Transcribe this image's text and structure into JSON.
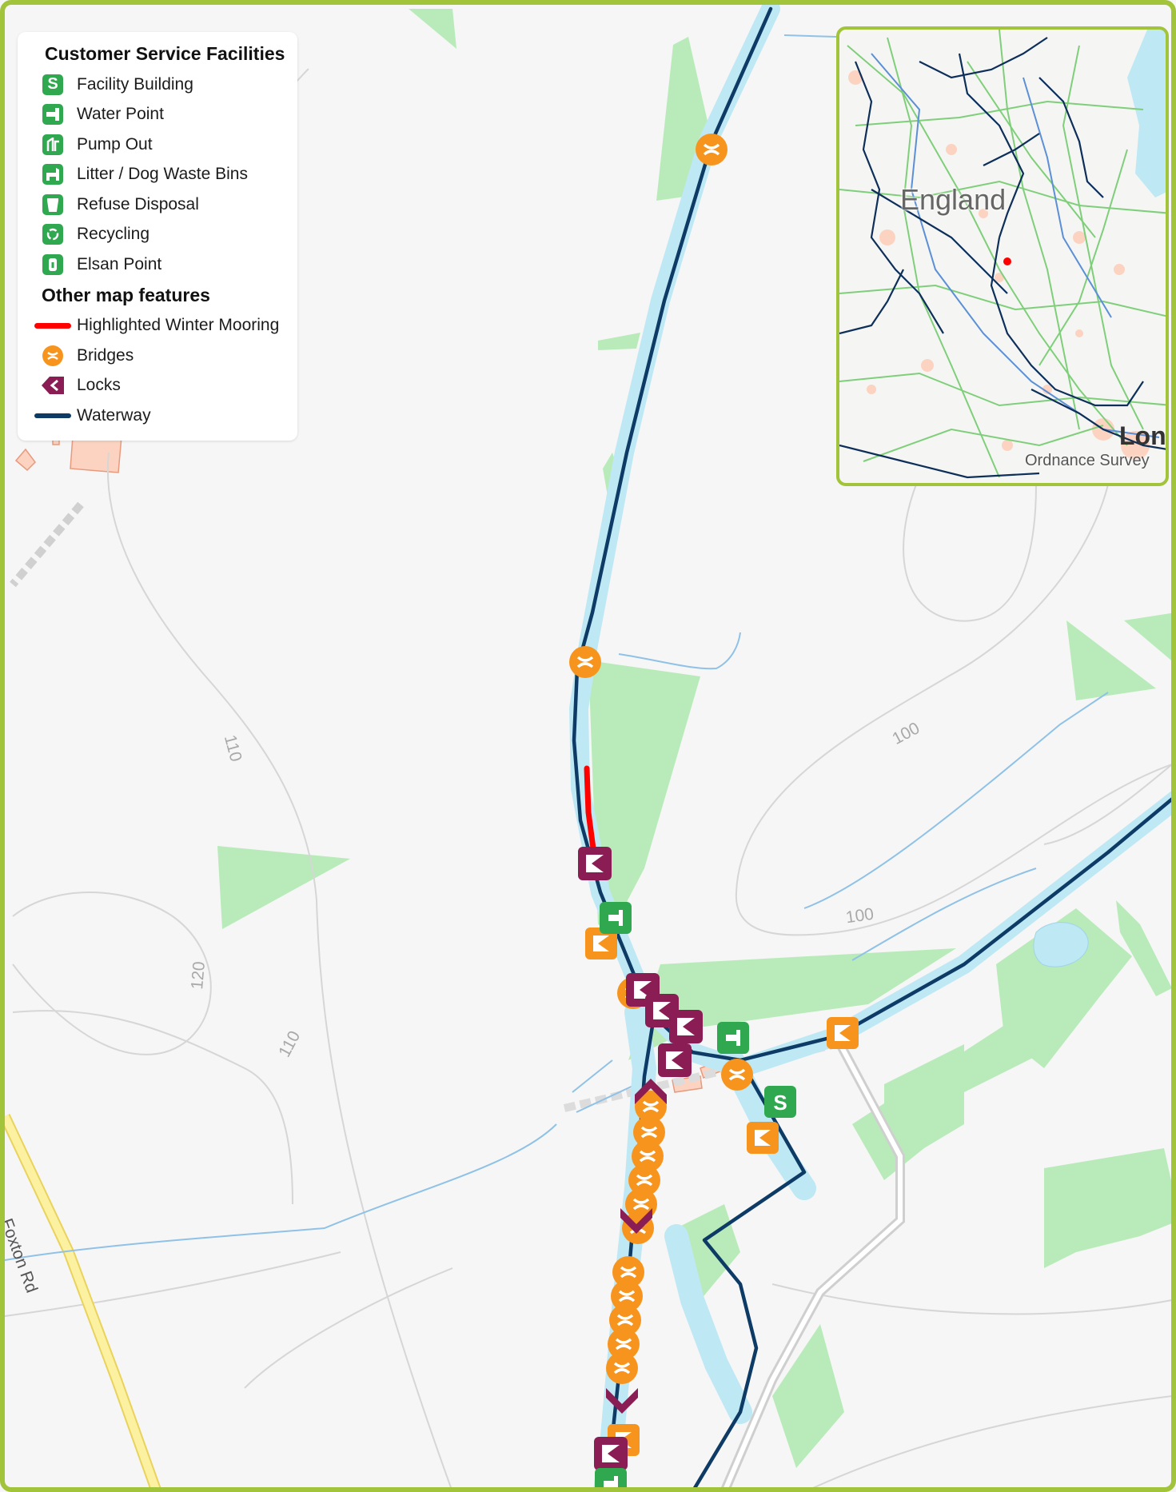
{
  "legend": {
    "facilities_title": "Customer Service Facilities",
    "facilities": [
      {
        "label": "Facility Building",
        "icon": "facility-building-icon"
      },
      {
        "label": "Water Point",
        "icon": "water-point-icon"
      },
      {
        "label": "Pump Out",
        "icon": "pump-out-icon"
      },
      {
        "label": "Litter / Dog Waste Bins",
        "icon": "dog-waste-bin-icon"
      },
      {
        "label": "Refuse Disposal",
        "icon": "refuse-disposal-icon"
      },
      {
        "label": "Recycling",
        "icon": "recycling-icon"
      },
      {
        "label": "Elsan Point",
        "icon": "elsan-point-icon"
      }
    ],
    "features_title": "Other map features",
    "features": [
      {
        "label": "Highlighted Winter Mooring",
        "icon": "winter-mooring-line-icon"
      },
      {
        "label": "Bridges",
        "icon": "bridge-icon"
      },
      {
        "label": "Locks",
        "icon": "lock-icon"
      },
      {
        "label": "Waterway",
        "icon": "waterway-line-icon"
      }
    ]
  },
  "inset": {
    "country_label": "England",
    "city_label": "Lond",
    "credit": "Ordnance Survey"
  },
  "map_labels": {
    "contours": [
      "110",
      "100",
      "100",
      "120",
      "110"
    ],
    "road": "Foxton Rd",
    "facility_letter": "S"
  },
  "colors": {
    "waterway": "#0d3b66",
    "waterway_fill": "#bfe8f5",
    "winter_mooring": "#ff0000",
    "bridge": "#f7941d",
    "lock": "#8b1d55",
    "facility": "#2fa84f",
    "woodland": "#b9ebba",
    "building": "#fcd3c1",
    "road_minor": "#cfcfcf",
    "road_yellow": "#fbf1a1",
    "frame": "#a2c43a"
  }
}
